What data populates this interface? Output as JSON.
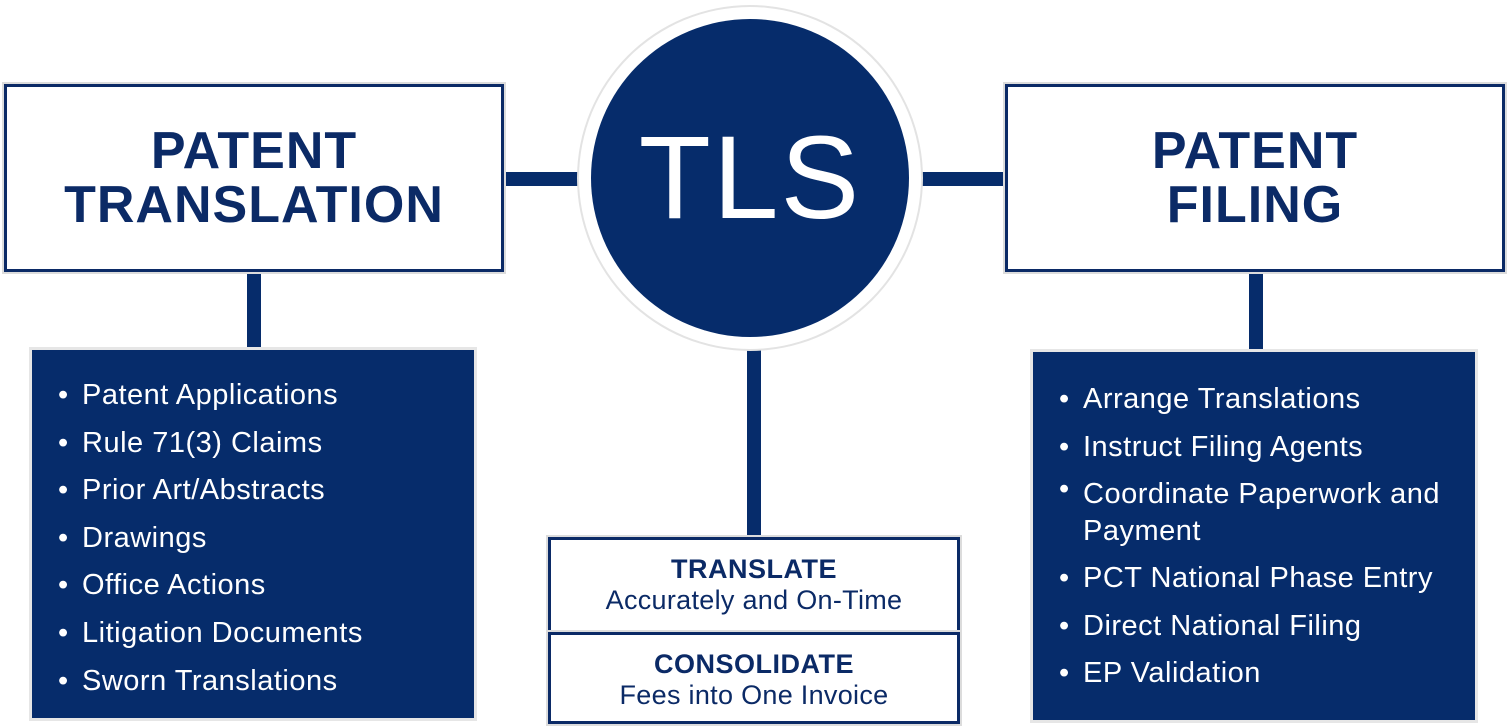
{
  "center": {
    "label": "TLS"
  },
  "left": {
    "title_line1": "PATENT",
    "title_line2": "TRANSLATION",
    "items": [
      "Patent Applications",
      "Rule 71(3) Claims",
      "Prior Art/Abstracts",
      "Drawings",
      "Office Actions",
      "Litigation Documents",
      "Sworn Translations"
    ]
  },
  "right": {
    "title_line1": "PATENT",
    "title_line2": "FILING",
    "items": [
      "Arrange Translations",
      "Instruct Filing Agents",
      "Coordinate Paperwork and Payment",
      "PCT National Phase Entry",
      "Direct National Filing",
      "EP Validation"
    ]
  },
  "bottom": {
    "translate": {
      "heading": "TRANSLATE",
      "text": "Accurately and On-Time"
    },
    "consolidate": {
      "heading": "CONSOLIDATE",
      "text": "Fees into One Invoice"
    }
  },
  "colors": {
    "navy": "#062c6b",
    "white": "#ffffff"
  }
}
